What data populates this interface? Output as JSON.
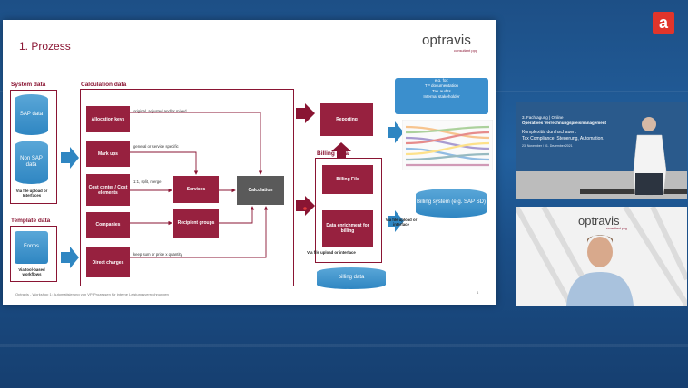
{
  "app": {
    "logo_glyph": "a"
  },
  "slide": {
    "title": "1. Prozess",
    "logo": "optravis",
    "logo_sub": "consultant ppg",
    "footer": "Optravis - Workshop 1: Automatisierung von VP-Prozessen für interne Leistungsverrechnungen",
    "page": "4",
    "sections": {
      "system_data": "System data",
      "calculation_data": "Calculation data",
      "template_data": "Template data",
      "billing_data": "Billing data"
    },
    "system": {
      "sap": "SAP data",
      "non_sap": "Non SAP data",
      "caption": "Via file upload or Interfaces"
    },
    "template": {
      "forms": "Forms",
      "caption": "Via tool-based workflows"
    },
    "calc_boxes": [
      "Allocation keys",
      "Mark ups",
      "Cost center / Cost elements",
      "Companies",
      "Direct charges"
    ],
    "calc_labels": [
      "original, adjusted and/or mixed",
      "general or service specific",
      "1:1, split, merge",
      "keep sum or price x quantity"
    ],
    "services": "Services",
    "recipient_groups": "Recipient groups",
    "calculation": "Calculation",
    "reporting": "Reporting",
    "billing_file": "Billing File",
    "data_enrichment": "Data enrichment for billing",
    "billing_upload": "Via file upload or interface",
    "billing_system": "Billing system (e.g. SAP SD)",
    "billing_system_upload": "Via file upload or interface",
    "billing_cylinder": "billing data",
    "callout": [
      "e.g. for:",
      "TP documentation",
      "Tax audits",
      "Internal stakeholder"
    ]
  },
  "presenter_slide": {
    "line1": "3. Fachtagung | Online",
    "line2": "Operatives Verrechnungspreismanagement",
    "line3": "Komplexität durchschauen.",
    "line4": "Tax Compliance, Steuerung, Automation.",
    "line5": "23. November / 01. Dezember 2021"
  },
  "webcam": {
    "logo": "optravis",
    "logo_sub": "consultant ppg"
  }
}
